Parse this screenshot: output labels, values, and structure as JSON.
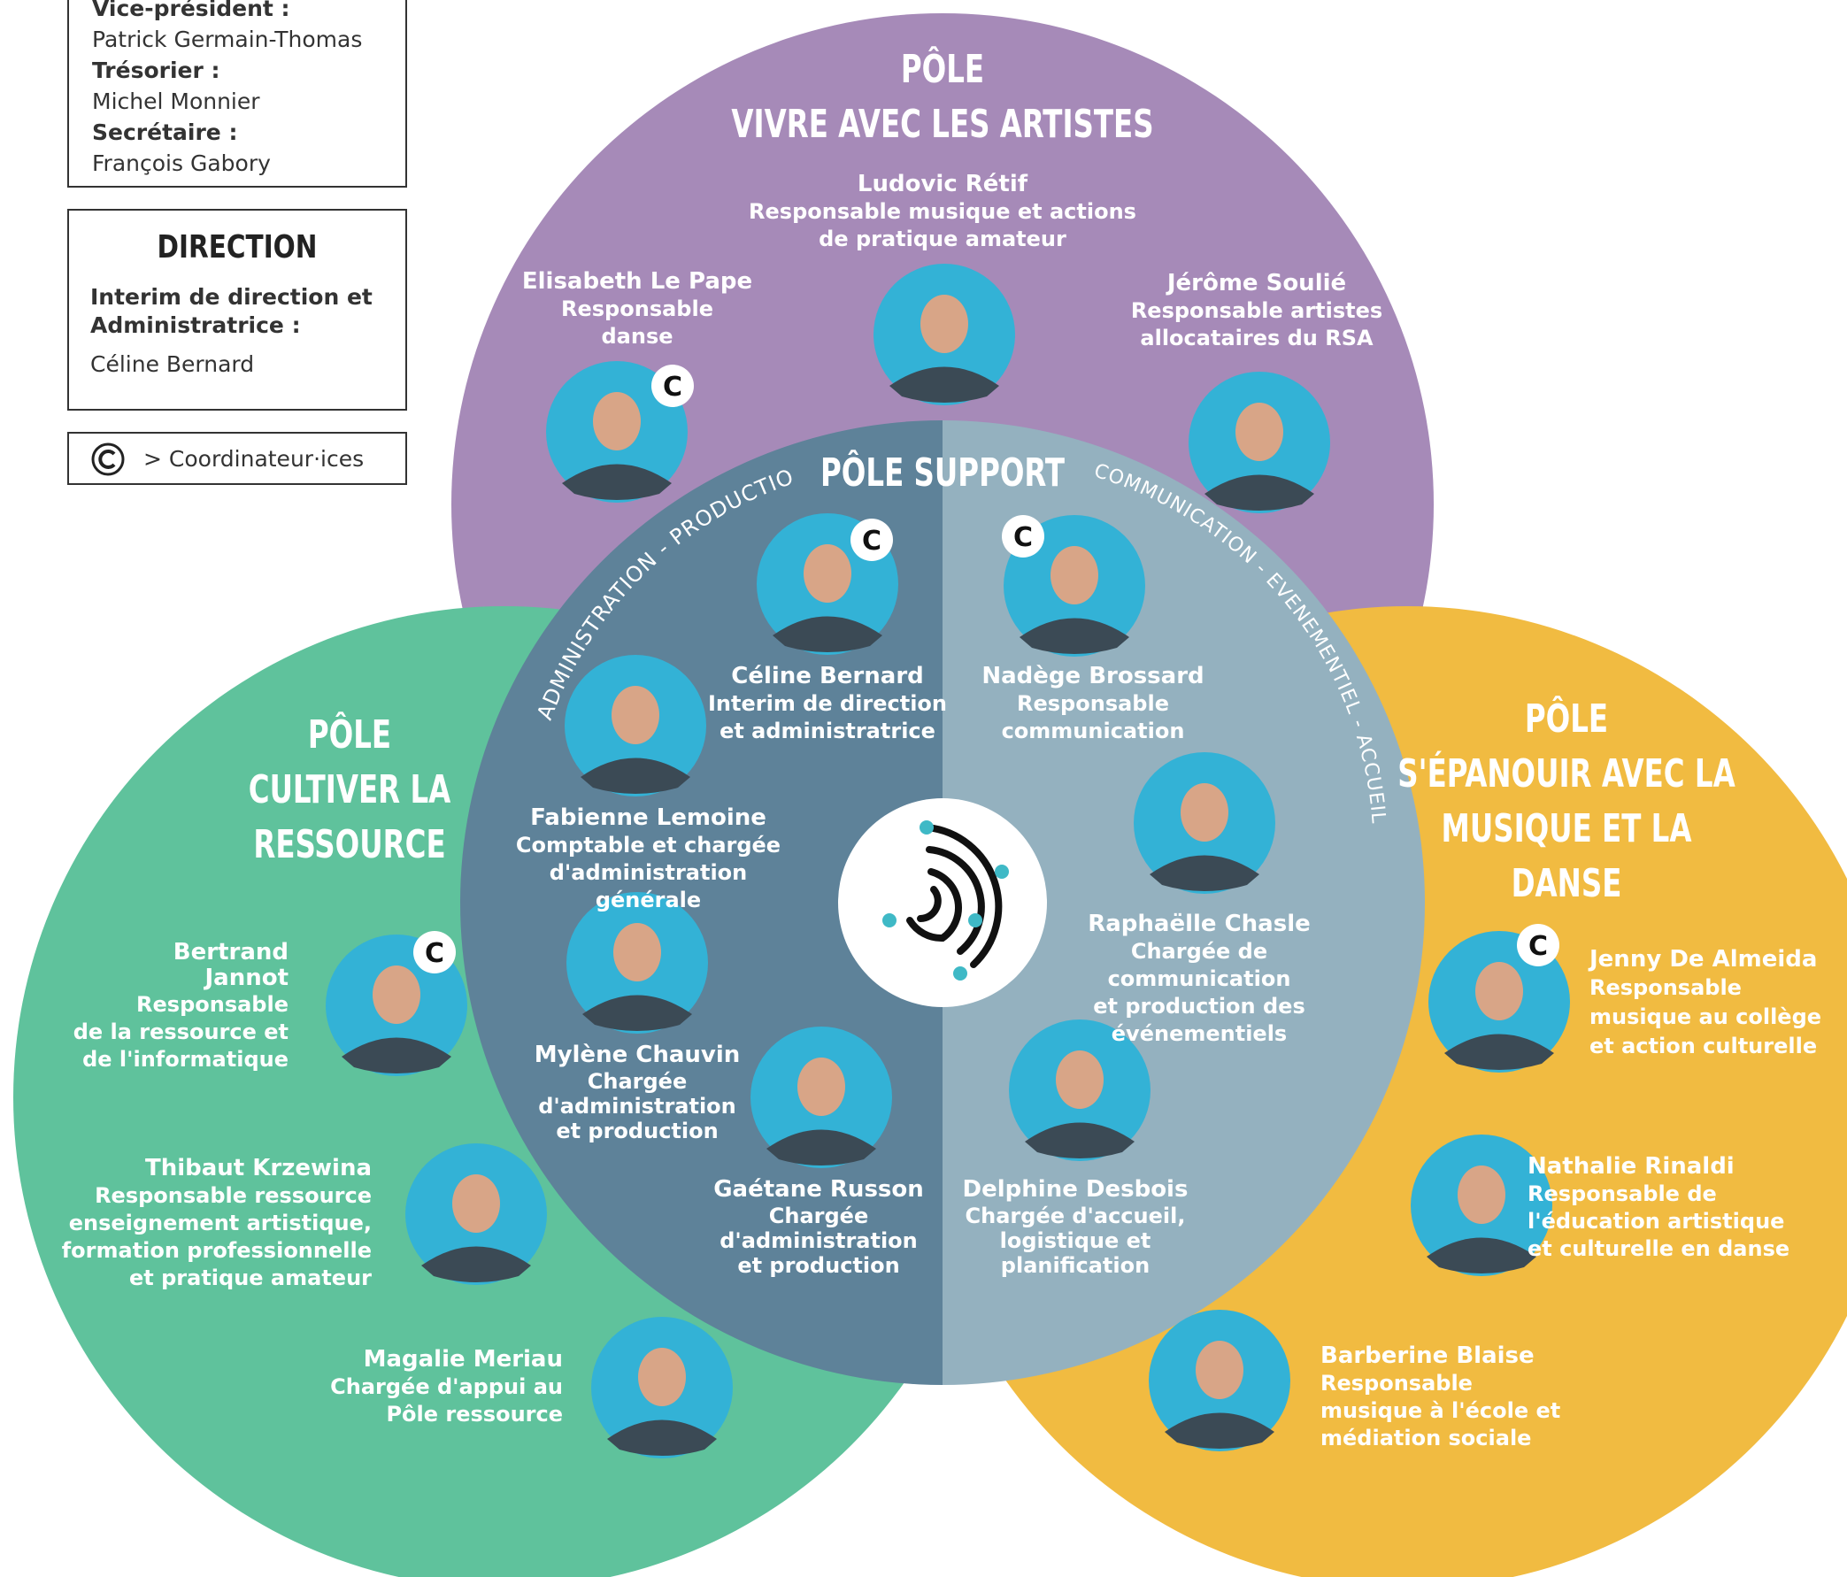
{
  "colors": {
    "purple": "#a68ab8",
    "green": "#5fc29c",
    "yellow": "#f1bb41",
    "support_dark": "#5e8299",
    "support_light": "#94b1bf",
    "photo_bg": "#33b2d6",
    "logo_dot": "#3fb9c6"
  },
  "board": {
    "vp_label": "Vice-président :",
    "vp_name": "Patrick Germain-Thomas",
    "treasurer_label": "Trésorier :",
    "treasurer_name": "Michel Monnier",
    "secretary_label": "Secrétaire :",
    "secretary_name": "François Gabory"
  },
  "direction": {
    "title": "DIRECTION",
    "role_line1": "Interim de direction et",
    "role_line2": "Administratrice :",
    "name": "Céline Bernard"
  },
  "legend": {
    "icon": "coordinator-c-icon",
    "text": "> Coordinateur·ices"
  },
  "poles": {
    "vivre": {
      "line1": "PÔLE",
      "line2": "VIVRE AVEC LES ARTISTES"
    },
    "support": {
      "title": "PÔLE SUPPORT",
      "arc_left": "ADMINISTRATION - PRODUCTION",
      "arc_right": "COMMUNICATION - EVENEMENTIEL - ACCUEIL"
    },
    "cultiver": {
      "line1": "PÔLE",
      "line2": "CULTIVER LA",
      "line3": "RESSOURCE"
    },
    "epanouir": {
      "line1": "PÔLE",
      "line2": "S'ÉPANOUIR AVEC LA",
      "line3": "MUSIQUE ET LA DANSE"
    }
  },
  "people": {
    "ludovic": {
      "name": "Ludovic Rétif",
      "role1": "Responsable musique et actions",
      "role2": "de pratique amateur"
    },
    "elisabeth": {
      "name": "Elisabeth Le Pape",
      "role1": "Responsable",
      "role2": "danse"
    },
    "jerome": {
      "name": "Jérôme Soulié",
      "role1": "Responsable artistes",
      "role2": "allocataires du RSA"
    },
    "celine": {
      "name": "Céline Bernard",
      "role1": "Interim de direction",
      "role2": "et administratrice"
    },
    "nadege": {
      "name": "Nadège Brossard",
      "role1": "Responsable",
      "role2": "communication"
    },
    "fabienne": {
      "name": "Fabienne Lemoine",
      "role1": "Comptable et chargée",
      "role2": "d'administration générale"
    },
    "raphaelle": {
      "name": "Raphaëlle Chasle",
      "role1": "Chargée de communication",
      "role2": "et production des",
      "role3": "événementiels"
    },
    "mylene": {
      "name": "Mylène Chauvin",
      "role1": "Chargée",
      "role2": "d'administration",
      "role3": "et production"
    },
    "gaetane": {
      "name": "Gaétane Russon",
      "role1": "Chargée",
      "role2": "d'administration",
      "role3": "et production"
    },
    "delphine": {
      "name": "Delphine Desbois",
      "role1": "Chargée d'accueil,",
      "role2": "logistique et",
      "role3": "planification"
    },
    "bertrand": {
      "name1": "Bertrand",
      "name2": "Jannot",
      "role1": "Responsable",
      "role2": "de la ressource et",
      "role3": "de l'informatique"
    },
    "thibaut": {
      "name": "Thibaut Krzewina",
      "role1": "Responsable ressource",
      "role2": "enseignement artistique,",
      "role3": "formation professionnelle",
      "role4": "et pratique amateur"
    },
    "magalie": {
      "name": "Magalie Meriau",
      "role1": "Chargée d'appui au",
      "role2": "Pôle ressource"
    },
    "jenny": {
      "name": "Jenny De Almeida",
      "role1": "Responsable",
      "role2": "musique au collège",
      "role3": "et action culturelle"
    },
    "nathalie": {
      "name": "Nathalie Rinaldi",
      "role1": "Responsable de",
      "role2": "l'éducation artistique",
      "role3": "et culturelle en danse"
    },
    "barberine": {
      "name": "Barberine Blaise",
      "role1": "Responsable",
      "role2": "musique à l'école et",
      "role3": "médiation sociale"
    }
  },
  "coordinator_badge_letter": "C"
}
